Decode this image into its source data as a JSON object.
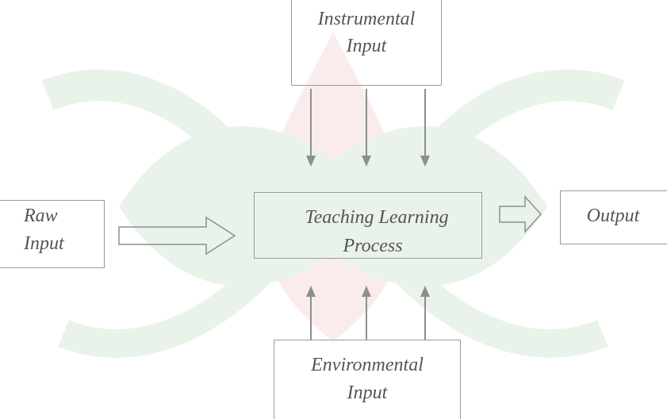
{
  "diagram": {
    "instrumental_input": {
      "line1": "Instrumental",
      "line2": "Input"
    },
    "raw_input": {
      "line1": "Raw",
      "line2": "Input"
    },
    "process": {
      "line1": "Teaching Learning",
      "line2": "Process"
    },
    "output": {
      "label": "Output"
    },
    "environmental_input": {
      "line1": "Environmental",
      "line2": "Input"
    }
  },
  "colors": {
    "box_border": "#9a9a9a",
    "arrow": "#8c8f8c",
    "text": "#555555",
    "watermark_green": "#d8ead8",
    "watermark_pink": "#f6dede"
  }
}
